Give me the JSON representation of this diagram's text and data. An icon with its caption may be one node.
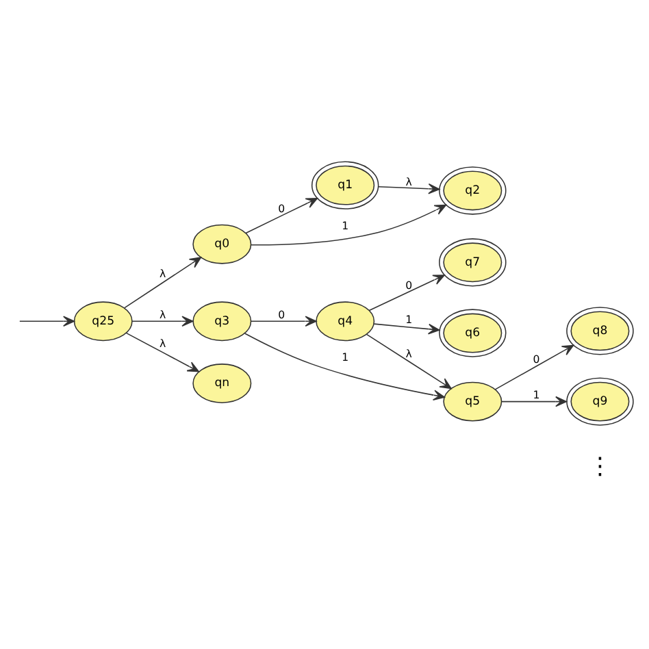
{
  "diagram": {
    "nodes": [
      {
        "text": [
          "q25"
        ]
      },
      {
        "text": [
          "q0"
        ]
      },
      {
        "text": [
          "q1"
        ]
      },
      {
        "text": [
          "q2"
        ]
      },
      {
        "text": [
          "q3"
        ]
      },
      {
        "text": [
          "q4"
        ]
      },
      {
        "text": [
          "q7"
        ]
      },
      {
        "text": [
          "q6"
        ]
      },
      {
        "text": [
          "q5"
        ]
      },
      {
        "text": [
          "q8"
        ]
      },
      {
        "text": [
          "q9"
        ]
      },
      {
        "text": [
          "qn"
        ]
      }
    ],
    "edges": [
      {
        "from": null,
        "to": 0,
        "arrow": "to"
      },
      {
        "from": 0,
        "to": 1,
        "label": "λ",
        "arrow": "to"
      },
      {
        "from": 0,
        "to": 4,
        "label": "λ",
        "arrow": "to"
      },
      {
        "from": 0,
        "to": 11,
        "label": "λ",
        "arrow": "to"
      },
      {
        "from": 1,
        "to": 2,
        "label": "0",
        "arrow": "to"
      },
      {
        "from": 1,
        "to": 3,
        "label": "1",
        "arrow": "to"
      },
      {
        "from": 2,
        "to": 3,
        "label": "λ",
        "arrow": "to"
      },
      {
        "from": 4,
        "to": 5,
        "label": "0",
        "arrow": "to"
      },
      {
        "from": 4,
        "to": 8,
        "label": "1",
        "arrow": "to"
      },
      {
        "from": 5,
        "to": 6,
        "label": "0",
        "arrow": "to"
      },
      {
        "from": 5,
        "to": 7,
        "label": "1",
        "arrow": "to"
      },
      {
        "from": 5,
        "to": 8,
        "label": "λ",
        "arrow": "to"
      },
      {
        "from": 8,
        "to": 9,
        "label": "0",
        "arrow": "to"
      },
      {
        "from": 8,
        "to": 10,
        "label": "1",
        "arrow": "to"
      }
    ],
    "labels": [
      "⋮"
    ]
  }
}
